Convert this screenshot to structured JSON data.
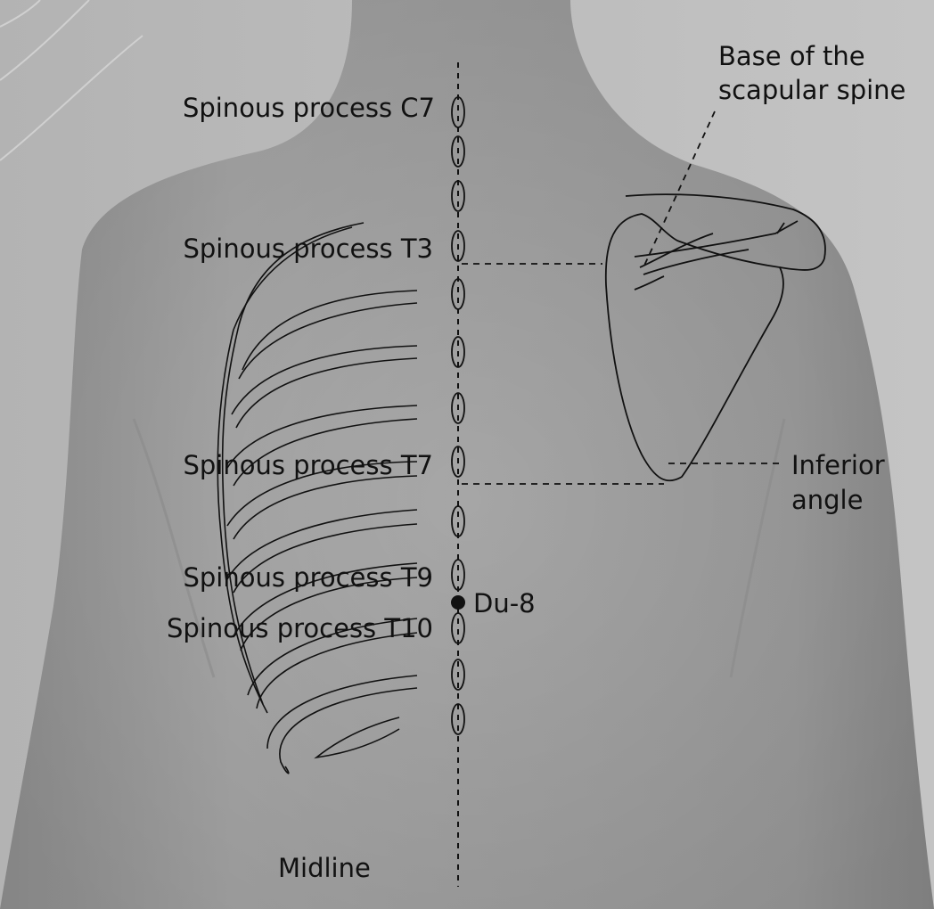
{
  "labels": {
    "c7": "Spinous process C7",
    "t3": "Spinous process T3",
    "t7": "Spinous process T7",
    "t9": "Spinous process T9",
    "t10": "Spinous process T10",
    "du8": "Du-8",
    "scapular_line1": "Base of the",
    "scapular_line2": "scapular spine",
    "inferior_line1": "Inferior",
    "inferior_line2": "angle",
    "midline": "Midline"
  },
  "colors": {
    "background": "#b9b9b9",
    "skin": "#a9a9a9",
    "skin_shadow": "#8d8d8d",
    "ink": "#111111"
  }
}
